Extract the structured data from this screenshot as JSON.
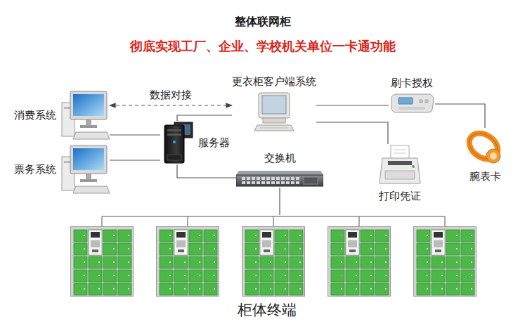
{
  "diagram": {
    "title": "整体联网柜",
    "nodes": [
      {
        "text": [
          "消费系统"
        ]
      },
      {
        "text": [
          "票务系统"
        ]
      },
      {
        "text": [
          "服务器"
        ]
      },
      {
        "text": [
          "交换机"
        ]
      },
      {
        "text": [
          "更衣柜客户端系统"
        ]
      },
      {
        "text": [
          "刷卡授权"
        ]
      },
      {
        "text": [
          "打印凭证"
        ]
      },
      {
        "text": [
          "腕表卡"
        ]
      },
      {
        "text": [
          "柜体终端"
        ]
      }
    ],
    "edges": [
      {
        "from": 0,
        "to": 2,
        "arrow": "none"
      },
      {
        "from": 1,
        "to": 2,
        "arrow": "none"
      },
      {
        "from": 0,
        "to": 4,
        "label": "数据对接",
        "arrow": "both"
      },
      {
        "from": 2,
        "to": 4,
        "arrow": "none"
      },
      {
        "from": 2,
        "to": 3,
        "arrow": "none"
      },
      {
        "from": 4,
        "to": 5,
        "arrow": "none"
      },
      {
        "from": 5,
        "to": 7,
        "arrow": "none"
      },
      {
        "from": 4,
        "to": 6,
        "arrow": "none"
      },
      {
        "from": 3,
        "to": 8,
        "arrow": "none"
      }
    ],
    "labels": [
      "彻底实现工厂、企业、学校机关单位一卡通功能"
    ]
  }
}
